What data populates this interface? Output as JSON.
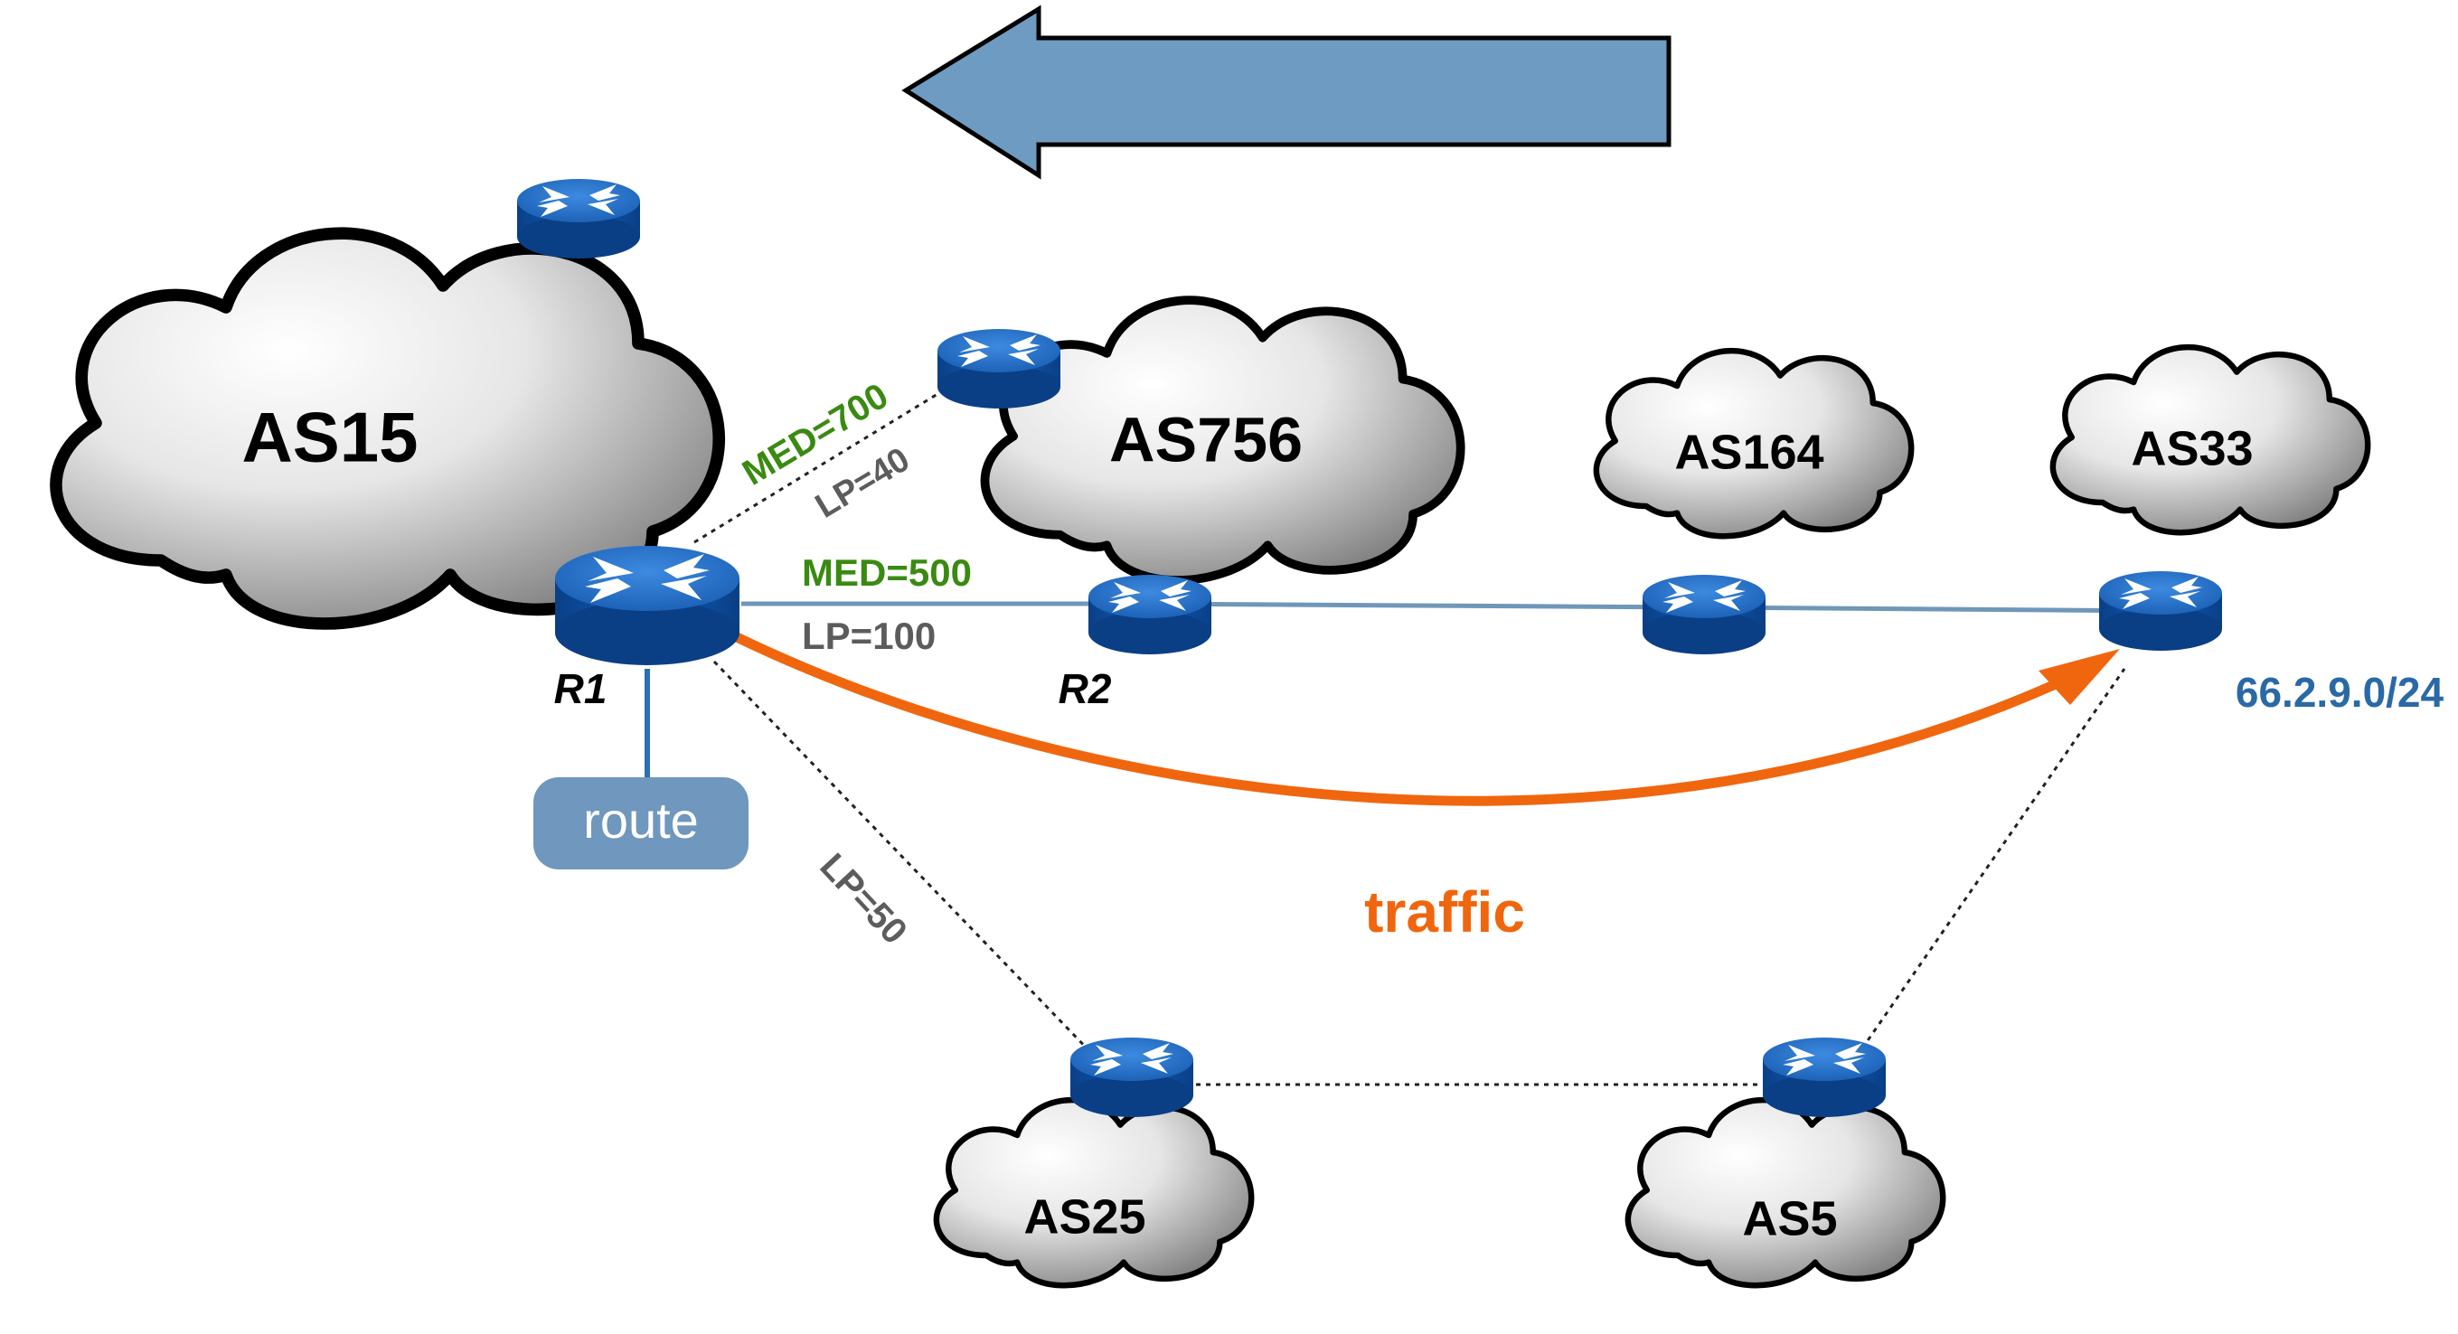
{
  "colors": {
    "router_top": "#2a72c4",
    "router_side": "#0b4ea3",
    "link_solid": "#6f97b8",
    "link_dotted": "#222222",
    "direction_arrow": "#6e9bc2",
    "traffic": "#f0660e",
    "med_label": "#3a8a12",
    "lp_label": "#5c5c5c",
    "prefix": "#2a69a6",
    "route_box": "#7097bd"
  },
  "icons": {
    "router": "router-icon",
    "cloud": "cloud-icon",
    "advertisement_direction": "left-arrow-icon"
  },
  "clouds": [
    {
      "id": "as15",
      "label": "AS15"
    },
    {
      "id": "as756",
      "label": "AS756"
    },
    {
      "id": "as164",
      "label": "AS164"
    },
    {
      "id": "as33",
      "label": "AS33"
    },
    {
      "id": "as25",
      "label": "AS25"
    },
    {
      "id": "as5",
      "label": "AS5"
    }
  ],
  "routers": {
    "r1": "R1",
    "r2": "R2"
  },
  "links": {
    "r1_as756_top": {
      "med": "MED=700",
      "lp": "LP=40"
    },
    "r1_r2": {
      "med": "MED=500",
      "lp": "LP=100"
    },
    "r1_as25": {
      "lp": "LP=50"
    }
  },
  "prefix": "66.2.9.0/24",
  "route_box": "route",
  "traffic_label": "traffic"
}
